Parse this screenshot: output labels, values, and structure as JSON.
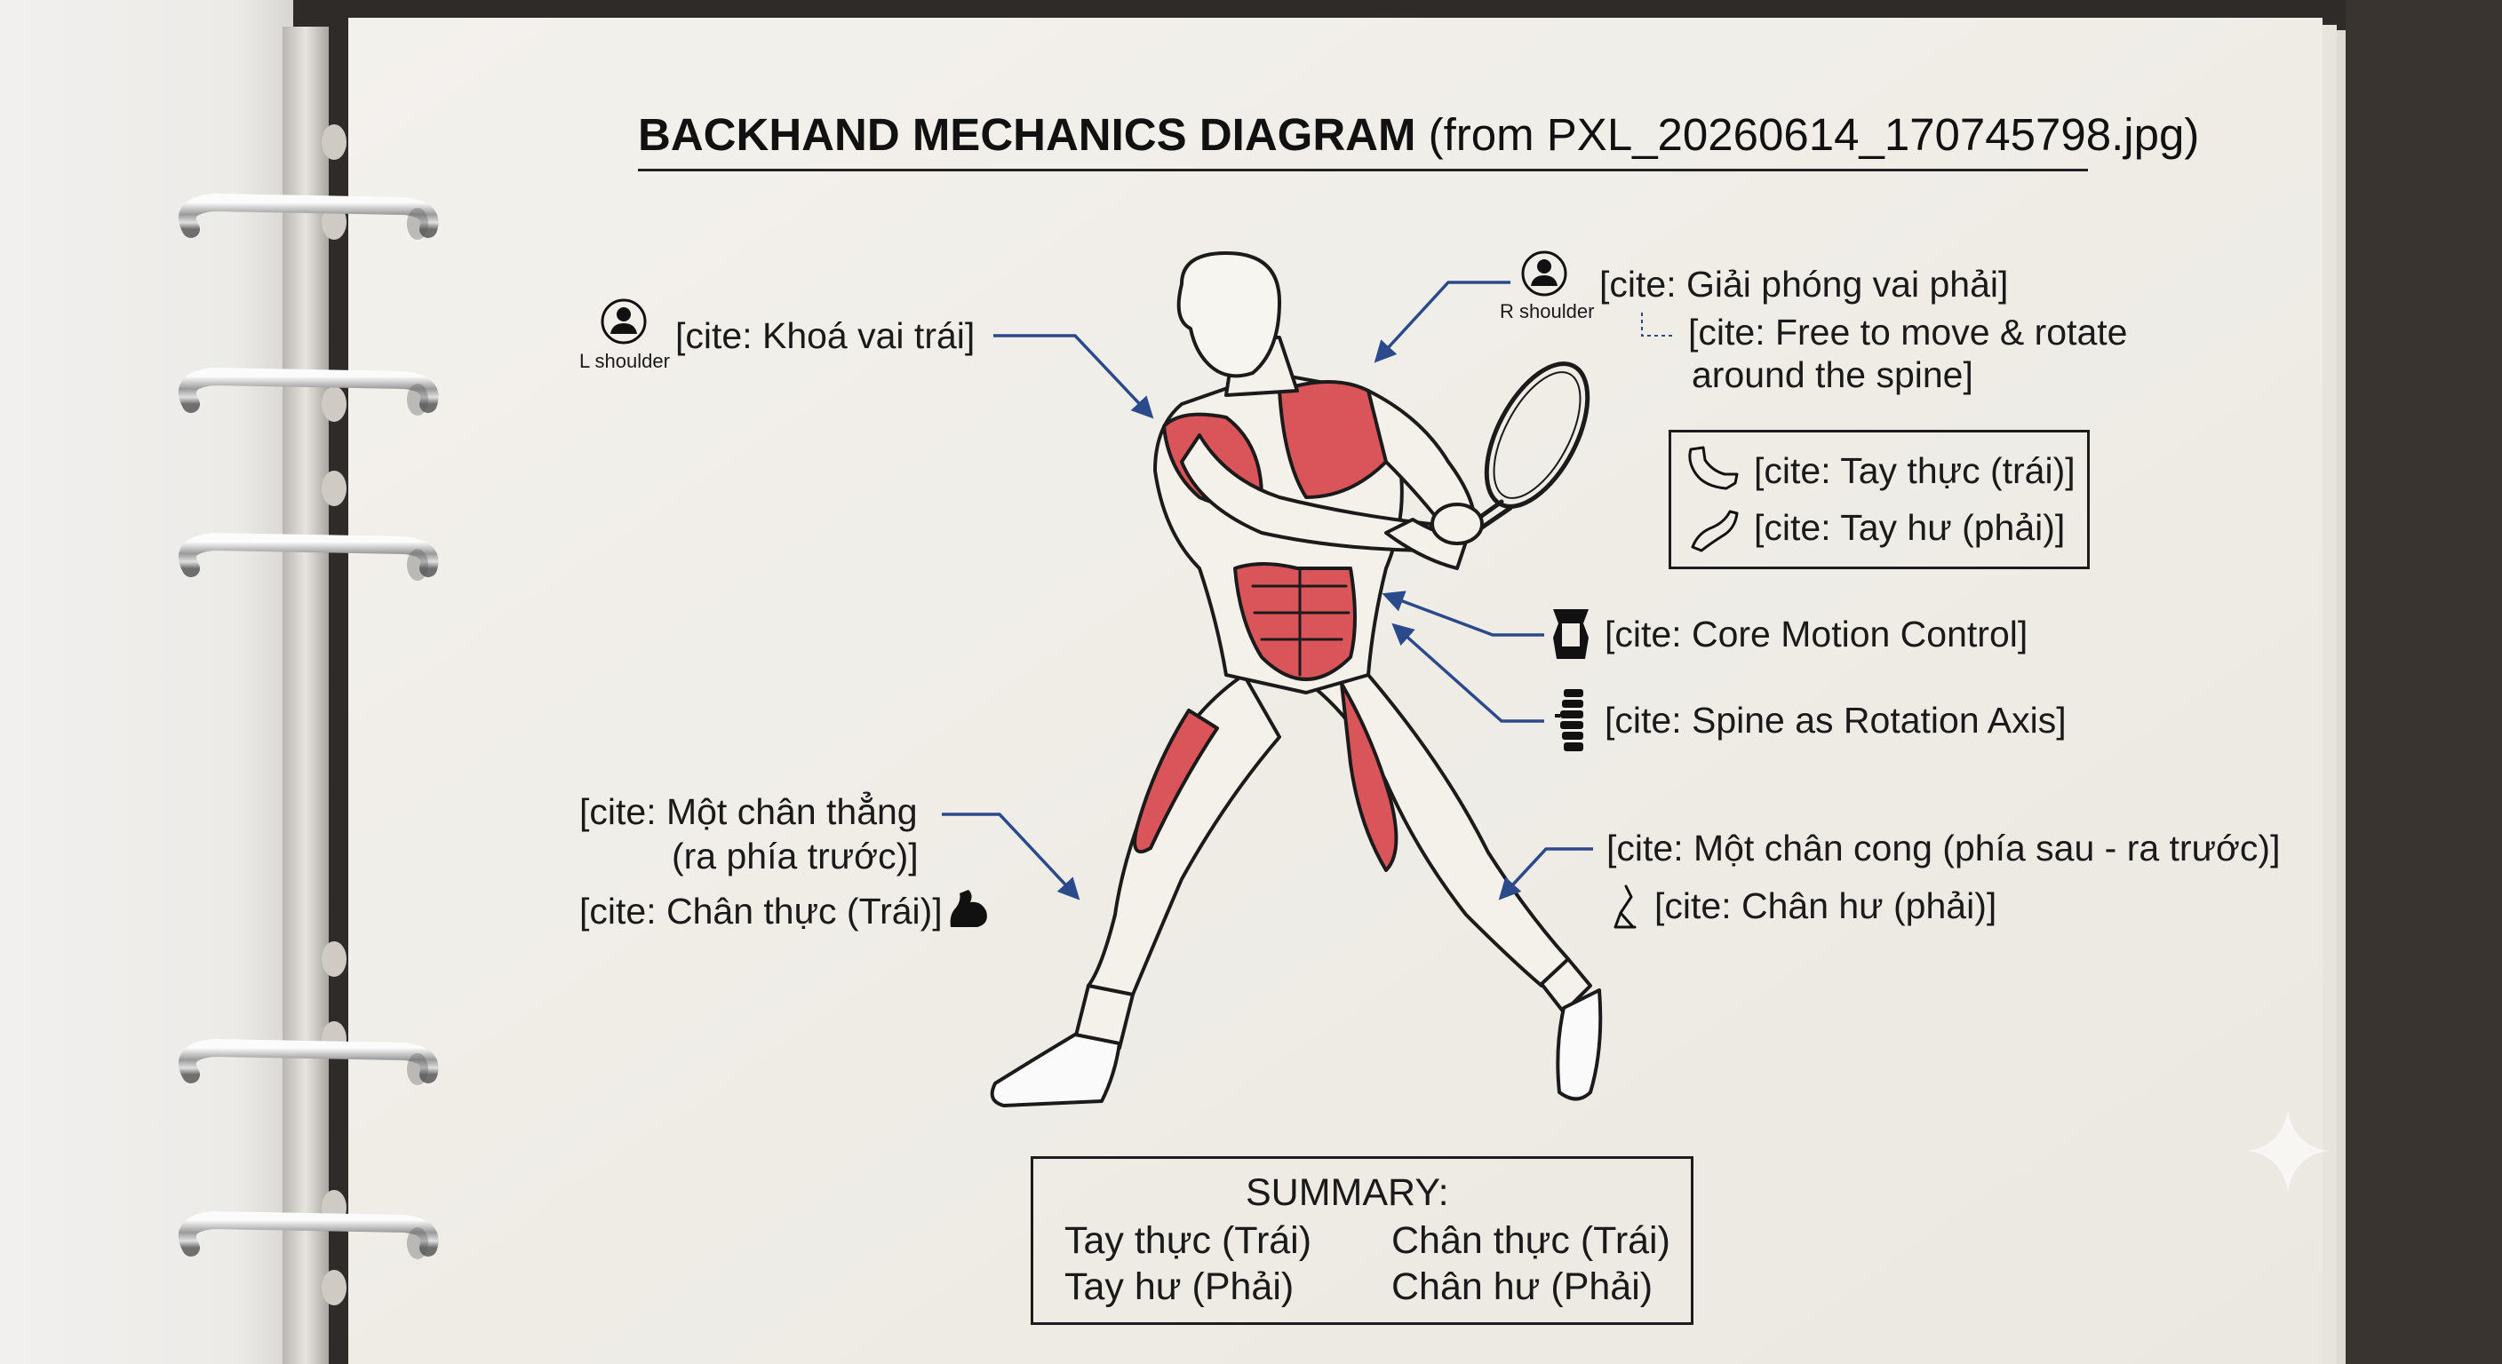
{
  "title": {
    "bold": "BACKHAND MECHANICS DIAGRAM",
    "rest": " (from PXL_20260614_170745798.jpg)"
  },
  "labels": {
    "left_shoulder_tag": "L shoulder",
    "left_shoulder": "[cite: Khoá vai trái]",
    "right_shoulder_tag": "R shoulder",
    "right_shoulder_vi": "[cite: Giải phóng vai phải]",
    "right_shoulder_en_1": "[cite: Free to move & rotate",
    "right_shoulder_en_2": "around the spine]",
    "arm_real": "[cite: Tay thực (trái)]",
    "arm_fake": "[cite: Tay hư (phải)]",
    "core": "[cite: Core Motion Control]",
    "spine": "[cite: Spine as Rotation Axis]",
    "front_leg_1": "[cite: Một chân thẳng",
    "front_leg_2": "(ra phía trước)]",
    "front_leg_real": "[cite: Chân thực (Trái)]",
    "back_leg": "[cite: Một chân cong (phía sau - ra trước)]",
    "back_leg_fake": "[cite: Chân hư (phải)]"
  },
  "summary": {
    "heading": "SUMMARY:",
    "row1_left": "Tay thực (Trái)",
    "row1_right": "Chân thực (Trái)",
    "row2_left": "Tay hư (Phải)",
    "row2_right": "Chân hư (Phải)"
  },
  "icons": {
    "left_shoulder": "person-icon",
    "right_shoulder": "person-icon",
    "arm_real": "arm-icon",
    "arm_fake": "arm-icon",
    "core": "torso-icon",
    "spine": "spine-icon",
    "front_leg_real": "flexed-bicep-icon",
    "back_leg_fake": "leg-icon"
  },
  "colors": {
    "arrow": "#2a4a8c",
    "muscle": "#d9555a",
    "paper": "#efece6"
  }
}
